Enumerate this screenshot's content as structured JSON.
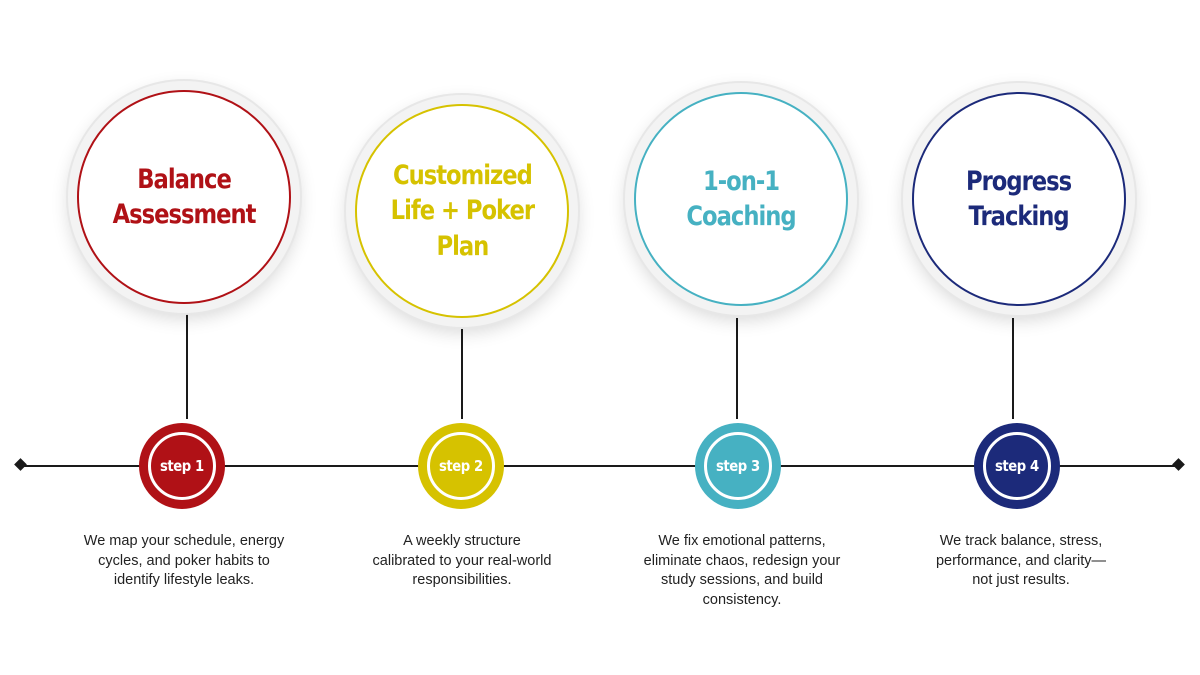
{
  "steps": [
    {
      "title_lines": [
        "Balance",
        "Assessment"
      ],
      "step_label": "step 1",
      "description_lines": [
        "We map your schedule, energy",
        "cycles, and poker habits to",
        "identify lifestyle leaks."
      ],
      "color": "#b01116"
    },
    {
      "title_lines": [
        "Customized",
        "Life + Poker",
        "Plan"
      ],
      "step_label": "step 2",
      "description_lines": [
        "A weekly structure",
        "calibrated to your real-world",
        "responsibilities."
      ],
      "color": "#d6c200"
    },
    {
      "title_lines": [
        "1-on-1",
        "Coaching"
      ],
      "step_label": "step 3",
      "description_lines": [
        "We fix emotional patterns,",
        "eliminate chaos, redesign your",
        "study sessions, and build",
        "consistency."
      ],
      "color": "#46b1c2"
    },
    {
      "title_lines": [
        "Progress",
        "Tracking"
      ],
      "step_label": "step 4",
      "description_lines": [
        "We track balance, stress,",
        "performance, and clarity—",
        "not just results."
      ],
      "color": "#1c2a7a"
    }
  ]
}
